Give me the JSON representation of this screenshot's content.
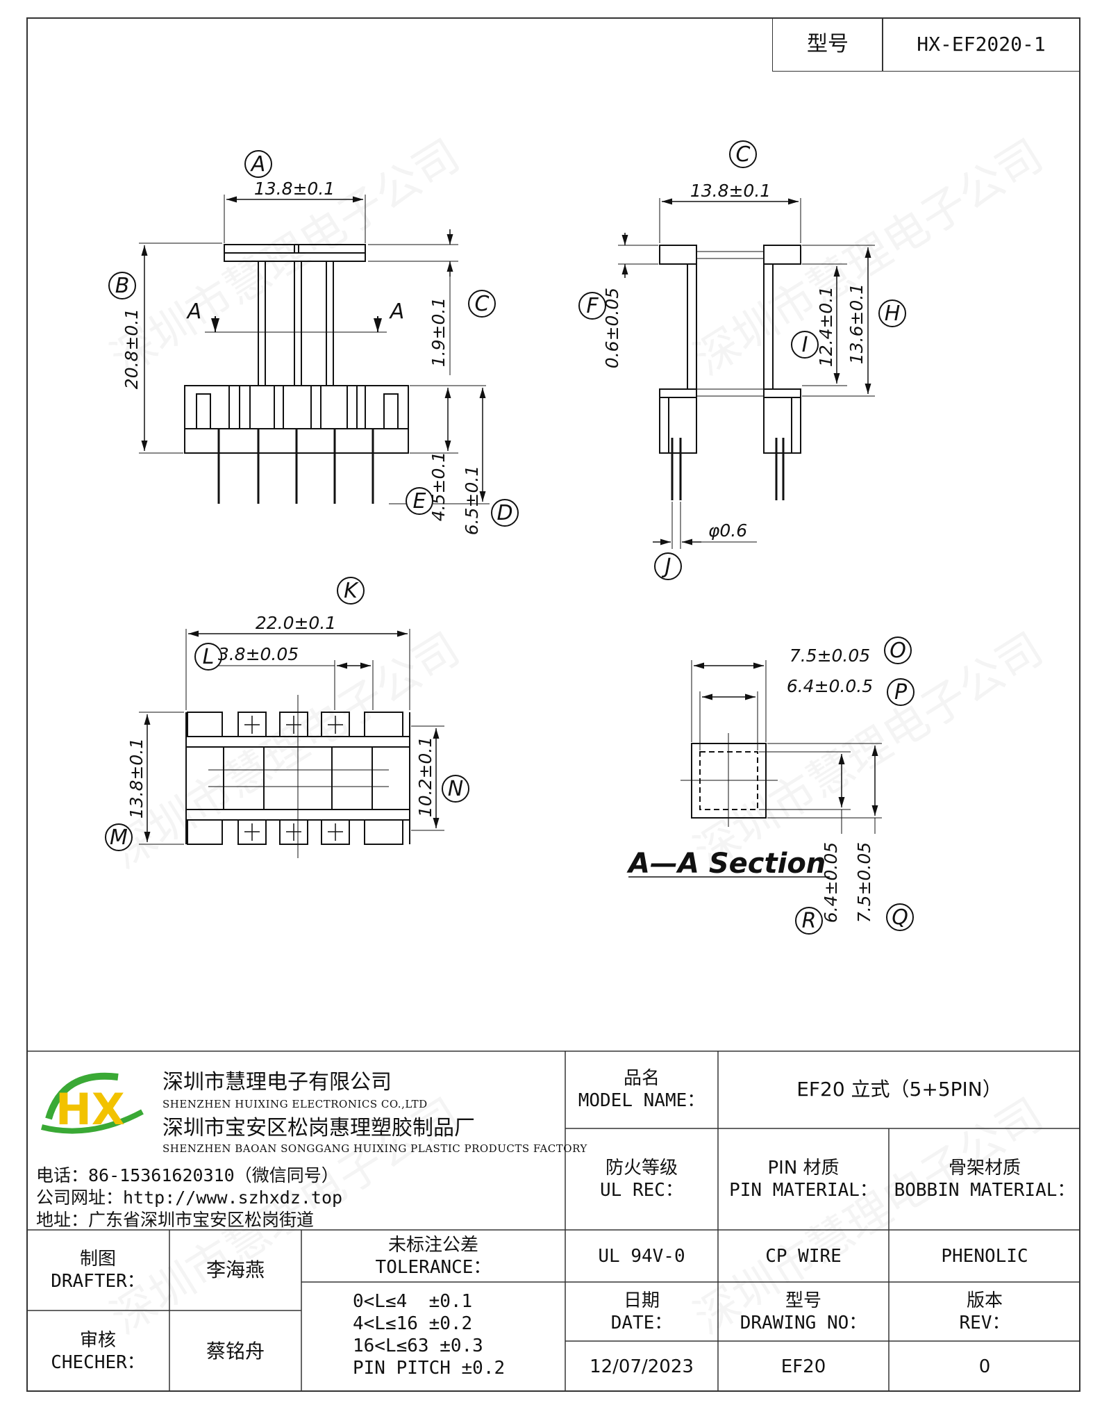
{
  "header": {
    "model_label": "型号",
    "model_value": "HX-EF2020-1"
  },
  "watermark": "深圳市慧理电子公司",
  "views": {
    "front": {
      "A": {
        "label": "A",
        "value": "13.8±0.1"
      },
      "B": {
        "label": "B",
        "value": "20.8±0.1"
      },
      "C": {
        "label": "C",
        "value": "1.9±0.1"
      },
      "D": {
        "label": "D",
        "value": "6.5±0.1"
      },
      "E": {
        "label": "E",
        "value": "4.5±0.1"
      },
      "section_mark": "A"
    },
    "side": {
      "C": {
        "label": "C",
        "value": "13.8±0.1"
      },
      "F": {
        "label": "F",
        "value": "0.6±0.05"
      },
      "I": {
        "label": "I",
        "value": "12.4±0.1"
      },
      "H": {
        "label": "H",
        "value": "13.6±0.1"
      },
      "J": {
        "label": "J",
        "value": "φ0.6"
      }
    },
    "bottom": {
      "K": {
        "label": "K",
        "value": "22.0±0.1"
      },
      "L": {
        "label": "L",
        "value": "3.8±0.05"
      },
      "M": {
        "label": "M",
        "value": "13.8±0.1"
      },
      "N": {
        "label": "N",
        "value": "10.2±0.1"
      }
    },
    "section": {
      "title": "A—A Section",
      "O": {
        "label": "O",
        "value": "7.5±0.05"
      },
      "P": {
        "label": "P",
        "value": "6.4±0.0.5"
      },
      "R": {
        "label": "R",
        "value": "6.4±0.05"
      },
      "Q": {
        "label": "Q",
        "value": "7.5±0.05"
      }
    }
  },
  "company": {
    "logo_text": "HX",
    "name_cn": "深圳市慧理电子有限公司",
    "name_en": "SHENZHEN HUIXING ELECTRONICS CO.,LTD",
    "factory_cn": "深圳市宝安区松岗惠理塑胶制品厂",
    "factory_en": "SHENZHEN BAOAN SONGGANG HUIXING PLASTIC PRODUCTS FACTORY",
    "phone": "电话：86-15361620310（微信同号）",
    "website": "公司网址：http://www.szhxdz.top",
    "address": "地址：广东省深圳市宝安区松岗街道"
  },
  "title_block": {
    "model_name_cn": "品名",
    "model_name_en": "MODEL NAME：",
    "model_name_value": "EF20 立式（5+5PIN）",
    "ul_cn": "防火等级",
    "ul_en": "UL REC：",
    "pin_cn": "PIN 材质",
    "pin_en": "PIN MATERIAL：",
    "bobbin_cn": "骨架材质",
    "bobbin_en": "BOBBIN MATERIAL：",
    "ul_value": "UL 94V-0",
    "pin_value": "CP WIRE",
    "bobbin_value": "PHENOLIC",
    "drafter_cn": "制图",
    "drafter_en": "DRAFTER：",
    "drafter_name": "李海燕",
    "checker_cn": "审核",
    "checker_en": "CHECHER：",
    "checker_name": "蔡铭舟",
    "tolerance_cn": "未标注公差",
    "tolerance_en": "TOLERANCE：",
    "tolerance_lines": [
      "0<L≤4  ±0.1",
      "4<L≤16 ±0.2",
      "16<L≤63 ±0.3",
      "PIN PITCH ±0.2"
    ],
    "date_cn": "日期",
    "date_en": "DATE：",
    "drawing_cn": "型号",
    "drawing_en": "DRAWING NO：",
    "rev_cn": "版本",
    "rev_en": "REV：",
    "date_value": "12/07/2023",
    "drawing_value": "EF20",
    "rev_value": "0"
  },
  "colors": {
    "logo_green": "#3aa935",
    "logo_yellow": "#f2c200",
    "logo_blue": "#1d6fb8",
    "line": "#111111"
  }
}
